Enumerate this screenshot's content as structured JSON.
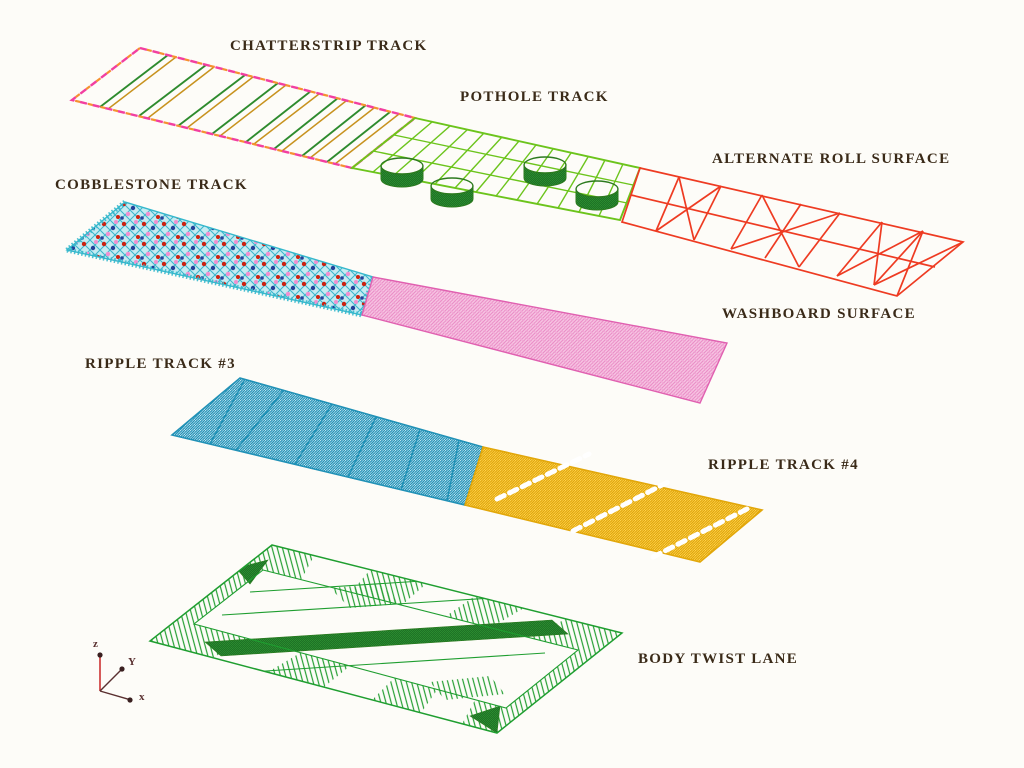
{
  "figure": {
    "type": "wireframe-terrain-diagram",
    "description": "Finite-element style wireframe meshes of vehicle durability test-track surfaces",
    "labels": {
      "chatterstrip": "CHATTERSTRIP TRACK",
      "pothole": "POTHOLE TRACK",
      "alternate_roll": "ALTERNATE ROLL SURFACE",
      "cobblestone": "COBBLESTONE TRACK",
      "washboard": "WASHBOARD SURFACE",
      "ripple3": "RIPPLE TRACK #3",
      "ripple4": "RIPPLE TRACK #4",
      "body_twist": "BODY TWIST LANE"
    },
    "axis_triad": {
      "x_label": "x",
      "y_label": "Y",
      "z_label": "z"
    }
  },
  "colors": {
    "page-bg": "#fdfcf8",
    "label-text": "#3a2a18",
    "chatterstrip-outline": "#f23fa0",
    "chatterstrip-dash": "#f59130",
    "chatterstrip-bar-green": "#2e8b2e",
    "chatterstrip-bar-gold": "#c8921e",
    "pothole-grid": "#6cc41c",
    "pothole-dark": "#2c7a1e",
    "alt-roll": "#ee3b22",
    "cobble-cyan": "#35b8cc",
    "cobble-dot-red": "#cc2211",
    "cobble-dot-blue": "#224099",
    "cobble-dot-pink": "#f090d0",
    "washboard-pink": "#f6c3e2",
    "washboard-edge": "#e060b0",
    "ripple3-blue": "#2191b6",
    "ripple4-gold": "#e2a70a",
    "body-twist-green": "#1f9e30",
    "axis-red": "#cc3333",
    "axis-dark": "#5a3030"
  }
}
